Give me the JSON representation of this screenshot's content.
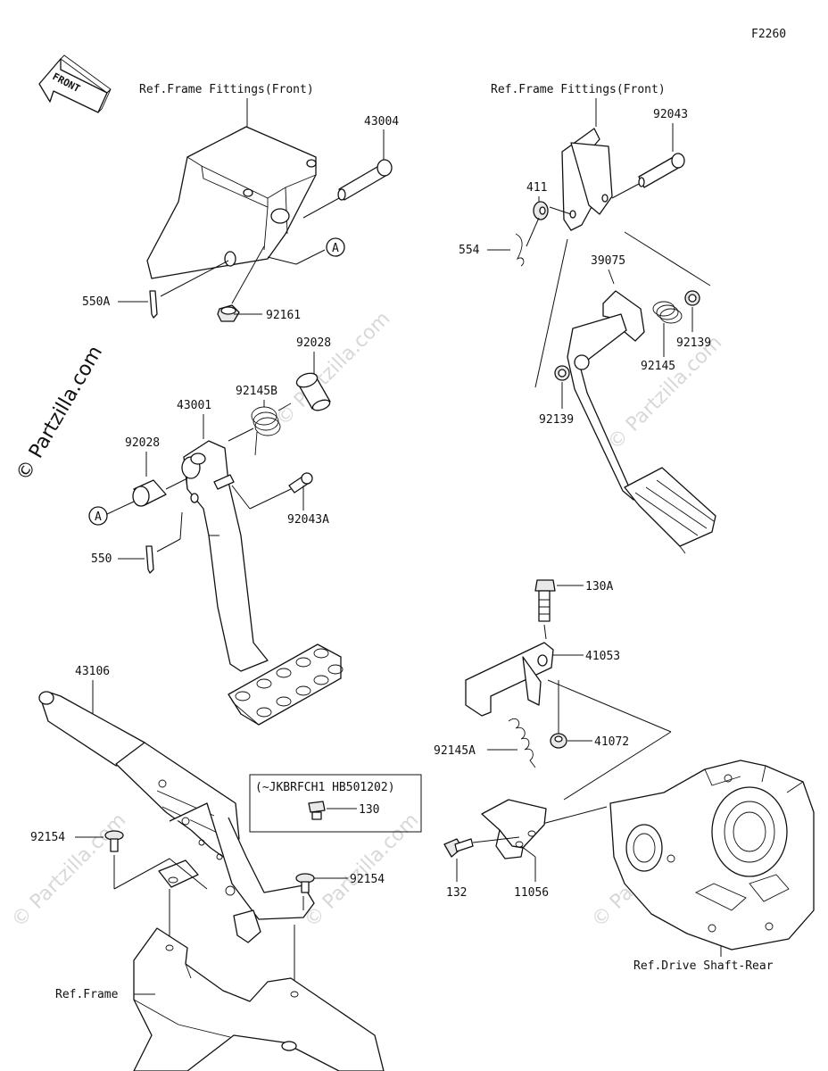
{
  "diagram_code": "F2260",
  "front_arrow": "FRONT",
  "copyright": "© Partzilla.com",
  "watermark": "© Partzilla.com",
  "refs": {
    "frame_fittings_left": "Ref.Frame Fittings(Front)",
    "frame_fittings_right": "Ref.Frame Fittings(Front)",
    "frame": "Ref.Frame",
    "drive_shaft": "Ref.Drive Shaft-Rear"
  },
  "note_box": {
    "range": "(~JKBRFCH1 HB501202)",
    "part": "130"
  },
  "callout_a": "A",
  "parts": {
    "p43004": "43004",
    "p550A": "550A",
    "p92161": "92161",
    "p92028_top": "92028",
    "p92145B": "92145B",
    "p43001": "43001",
    "p92028_left": "92028",
    "p92043A": "92043A",
    "p550": "550",
    "p43106": "43106",
    "p92154_left": "92154",
    "p92154_right": "92154",
    "p92043": "92043",
    "p411": "411",
    "p554": "554",
    "p39075": "39075",
    "p92139_right": "92139",
    "p92145": "92145",
    "p92139_left": "92139",
    "p130A": "130A",
    "p41053": "41053",
    "p92145A": "92145A",
    "p41072": "41072",
    "p132": "132",
    "p11056": "11056"
  }
}
